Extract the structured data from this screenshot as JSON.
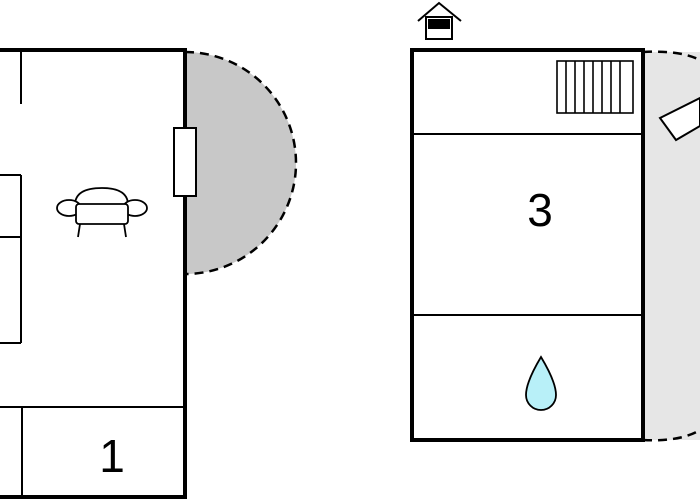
{
  "floorplan": {
    "rooms": [
      {
        "id": "room-1",
        "label": "1"
      },
      {
        "id": "room-3",
        "label": "3"
      }
    ],
    "icons": [
      {
        "name": "armchair-icon"
      },
      {
        "name": "radiator-icon"
      },
      {
        "name": "house-entrance-icon"
      },
      {
        "name": "water-drop-icon"
      },
      {
        "name": "door-handle-icon"
      }
    ],
    "colors": {
      "wall": "#000000",
      "terrace_gray": "#c8c8c8",
      "terrace_light": "#e6e6e6",
      "water": "#b8f0f8"
    }
  }
}
